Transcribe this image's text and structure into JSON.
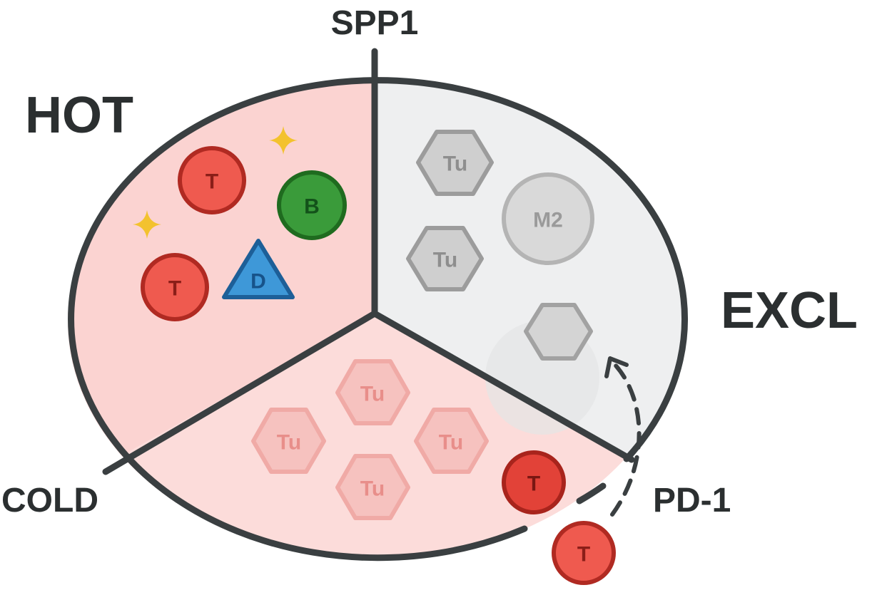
{
  "labels": {
    "top": "SPP1",
    "hot": "HOT",
    "excl": "EXCL",
    "cold": "COLD",
    "pd1": "PD-1"
  },
  "cells": {
    "t_cell": "T",
    "b_cell": "B",
    "dendritic": "D",
    "tumor": "Tu",
    "macrophage": "M2"
  },
  "colors": {
    "outline": "#3a3f41",
    "hot_fill": "#fbd3d1",
    "cold_fill": "#fcdcda",
    "excl_fill": "#eeeff0",
    "t_cell": "#ef5a4f",
    "b_cell": "#3a9b3a",
    "dendritic": "#3e98d8",
    "sparkle": "#f3c22e",
    "tumor_hot": "#f0aaa6",
    "tumor_excl": "#9c9c9c"
  }
}
